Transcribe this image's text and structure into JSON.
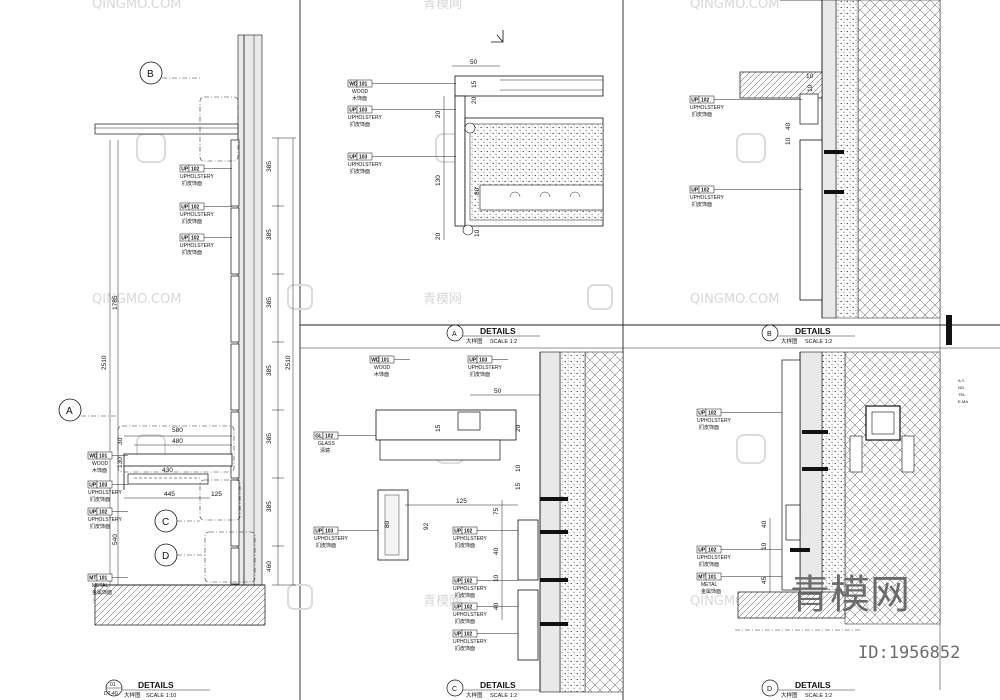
{
  "panels": {
    "d01": {
      "title": "DETAILS",
      "subtitle": "大样图",
      "scale": "SCALE 1:10",
      "ref_top": "01",
      "ref_bottom": "DT-40",
      "callouts": [
        "A",
        "B",
        "C",
        "D"
      ],
      "tags": [
        {
          "code": "UP",
          "num": "102",
          "en": "UPHOLSTERY",
          "cn": "扪皮饰面"
        },
        {
          "code": "UP",
          "num": "102",
          "en": "UPHOLSTERY",
          "cn": "扪皮饰面"
        },
        {
          "code": "UP",
          "num": "102",
          "en": "UPHOLSTERY",
          "cn": "扪皮饰面"
        },
        {
          "code": "WD",
          "num": "101",
          "en": "WOOD",
          "cn": "木饰面"
        },
        {
          "code": "UP",
          "num": "103",
          "en": "UPHOLSTERY",
          "cn": "扪皮饰面"
        },
        {
          "code": "UP",
          "num": "102",
          "en": "UPHOLSTERY",
          "cn": "扪皮饰面"
        },
        {
          "code": "MT",
          "num": "101",
          "en": "METAL",
          "cn": "金属饰面"
        }
      ],
      "dims_right": [
        "385",
        "385",
        "385",
        "385",
        "385",
        "385",
        "460"
      ],
      "dims_total": [
        "2510",
        "2510",
        "1785",
        "540"
      ],
      "dims_shelf": [
        "580",
        "480",
        "430",
        "445",
        "125",
        "130",
        "30"
      ]
    },
    "dA": {
      "title": "DETAILS",
      "subtitle": "大样图",
      "scale": "SCALE 1:2",
      "ref": "A",
      "tags": [
        {
          "code": "WD",
          "num": "101",
          "en": "WOOD",
          "cn": "木饰面"
        },
        {
          "code": "UP",
          "num": "103",
          "en": "UPHOLSTERY",
          "cn": "扪皮饰面"
        },
        {
          "code": "UP",
          "num": "103",
          "en": "UPHOLSTERY",
          "cn": "扪皮饰面"
        }
      ],
      "dims": [
        "50",
        "15",
        "20",
        "20",
        "130",
        "80",
        "20",
        "10"
      ]
    },
    "dB": {
      "title": "DETAILS",
      "subtitle": "大样图",
      "scale": "SCALE 1:2",
      "ref": "B",
      "tags": [
        {
          "code": "UP",
          "num": "102",
          "en": "UPHOLSTERY",
          "cn": "扪皮饰面"
        },
        {
          "code": "UP",
          "num": "102",
          "en": "UPHOLSTERY",
          "cn": "扪皮饰面"
        }
      ],
      "dims": [
        "10",
        "10",
        "40",
        "10"
      ]
    },
    "dC": {
      "title": "DETAILS",
      "subtitle": "大样图",
      "scale": "SCALE 1:2",
      "ref": "C",
      "tags": [
        {
          "code": "WD",
          "num": "101",
          "en": "WOOD",
          "cn": "木饰面"
        },
        {
          "code": "UP",
          "num": "103",
          "en": "UPHOLSTERY",
          "cn": "扪皮饰面"
        },
        {
          "code": "GL",
          "num": "102",
          "en": "GLASS",
          "cn": "清镜"
        },
        {
          "code": "UP",
          "num": "103",
          "en": "UPHOLSTERY",
          "cn": "扪皮饰面"
        },
        {
          "code": "UP",
          "num": "102",
          "en": "UPHOLSTERY",
          "cn": "扪皮饰面"
        },
        {
          "code": "UP",
          "num": "102",
          "en": "UPHOLSTERY",
          "cn": "扪皮饰面"
        },
        {
          "code": "UP",
          "num": "102",
          "en": "UPHOLSTERY",
          "cn": "扪皮饰面"
        },
        {
          "code": "UP",
          "num": "102",
          "en": "UPHOLSTERY",
          "cn": "扪皮饰面"
        }
      ],
      "dims": [
        "50",
        "15",
        "20",
        "10",
        "15",
        "125",
        "92",
        "80",
        "75",
        "40",
        "10",
        "40"
      ]
    },
    "dD": {
      "title": "DETAILS",
      "subtitle": "大样图",
      "scale": "SCALE 1:2",
      "ref": "D",
      "tags": [
        {
          "code": "UP",
          "num": "102",
          "en": "UPHOLSTERY",
          "cn": "扪皮饰面"
        },
        {
          "code": "UP",
          "num": "102",
          "en": "UPHOLSTERY",
          "cn": "扪皮饰面"
        },
        {
          "code": "MT",
          "num": "101",
          "en": "METAL",
          "cn": "金属饰面"
        }
      ],
      "dims": [
        "40",
        "10",
        "45"
      ]
    }
  },
  "side_note": [
    "A.Y.",
    "NO.",
    "TEL.",
    "E-MA"
  ],
  "watermark": {
    "small_en": "QINGMO.COM",
    "small_cn": "青模网",
    "big_cn": "青模网",
    "id_label": "ID:1956852"
  }
}
